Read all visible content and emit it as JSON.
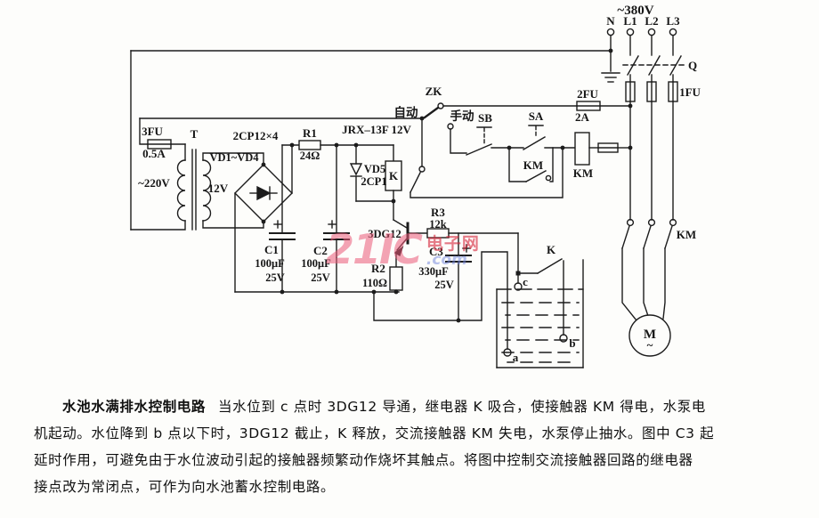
{
  "labels": {
    "supply_voltage": "~380V",
    "n": "N",
    "l1": "L1",
    "l2": "L2",
    "l3": "L3",
    "q": "Q",
    "fu1": "1FU",
    "fu2": "2FU",
    "fu2_rating": "2A",
    "km_main": "KM",
    "motor": "M",
    "motor_wave": "~",
    "zk": "ZK",
    "auto": "自动",
    "manual": "手动",
    "sb": "SB",
    "sa": "SA",
    "km_aux": "KM",
    "km_coil": "KM",
    "fu3": "3FU",
    "fu3_rating": "0.5A",
    "transformer": "T",
    "primary_v": "~220V",
    "secondary_v": "12V",
    "bridge_type": "2CP12×4",
    "bridge_diodes": "VD1~VD4",
    "r1": "R1",
    "r1_v": "24Ω",
    "relay_model": "JRX–13F 12V",
    "vd5": "VD5",
    "vd5_model": "2CP1",
    "k_coil": "K",
    "r3": "R3",
    "r3_v": "12k",
    "transistor": "3DG12",
    "r2": "R2",
    "r2_v": "110Ω",
    "c1": "C1",
    "c1_v": "100μF",
    "c1_volt": "25V",
    "c2": "C2",
    "c2_v": "100μF",
    "c2_volt": "25V",
    "c3": "C3",
    "c3_v": "330μF",
    "c3_volt": "25V",
    "k_contact": "K",
    "electrode_a": "a",
    "electrode_b": "b",
    "electrode_c": "c"
  },
  "watermark": {
    "brand": "21IC",
    "site": "电子网",
    "suffix": ".com"
  },
  "caption": {
    "title": "水池水满排水控制电路",
    "line1_rest": "当水位到 c 点时 3DG12 导通，继电器 K 吸合，使接触器 KM 得电，水泵电",
    "line2": "机起动。水位降到 b 点以下时，3DG12 截止，K 释放，交流接触器 KM 失电，水泵停止抽水。图中 C3 起",
    "line3": "延时作用，可避免由于水位波动引起的接触器频繁动作烧坏其触点。将图中控制交流接触器回路的继电器",
    "line4": "接点改为常闭点，可作为向水池蓄水控制电路。"
  }
}
